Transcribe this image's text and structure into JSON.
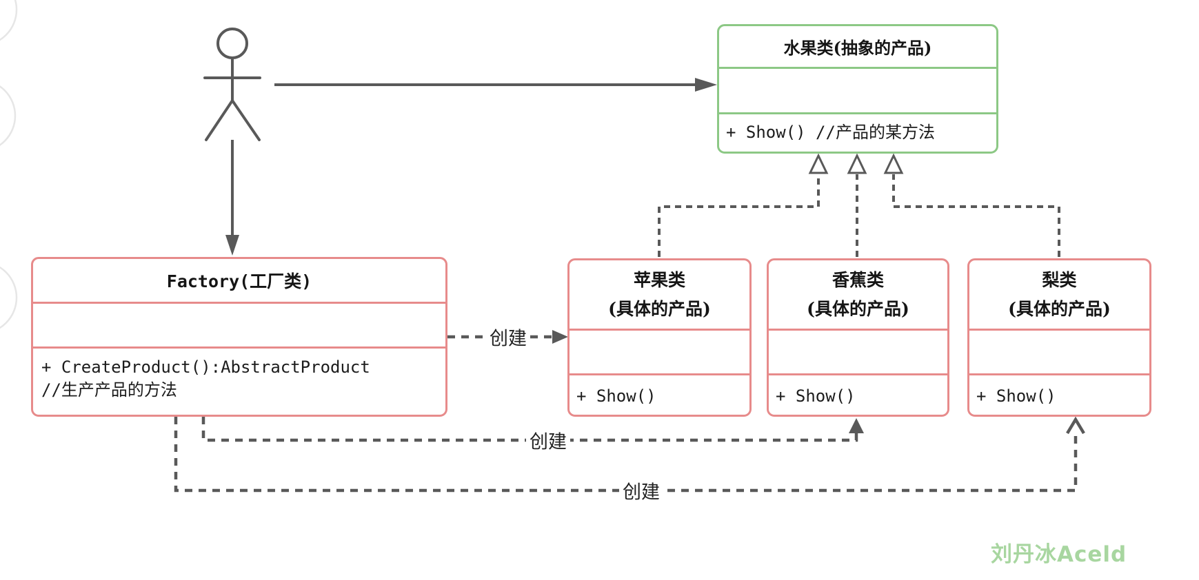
{
  "colors": {
    "line_gray": "#595959",
    "product_green_border": "#8cc885",
    "class_pink_border": "#e78b8b",
    "watermark_green": "#a8d6a0"
  },
  "classes": {
    "abstract_product": {
      "title": "水果类(抽象的产品)",
      "attributes": "",
      "method_line": "+ Show() //产品的某方法"
    },
    "factory": {
      "title": "Factory(工厂类)",
      "attributes": "",
      "method_line_1": "+ CreateProduct():AbstractProduct",
      "method_line_2": "//生产产品的方法"
    },
    "apple": {
      "title_line_1": "苹果类",
      "title_line_2": "(具体的产品)",
      "method_line": "+ Show()"
    },
    "banana": {
      "title_line_1": "香蕉类",
      "title_line_2": "(具体的产品)",
      "method_line": "+ Show()"
    },
    "pear": {
      "title_line_1": "梨类",
      "title_line_2": "(具体的产品)",
      "method_line": "+ Show()"
    }
  },
  "edges": {
    "factory_to_apple_label": "创建",
    "factory_to_banana_label": "创建",
    "factory_to_pear_label": "创建"
  },
  "icons": {
    "actor": "actor-stick-figure-icon",
    "inheritance_arrowhead": "hollow-triangle-icon",
    "dependency_arrowhead": "filled-chevron-icon"
  },
  "watermark": "刘丹冰Aceld"
}
